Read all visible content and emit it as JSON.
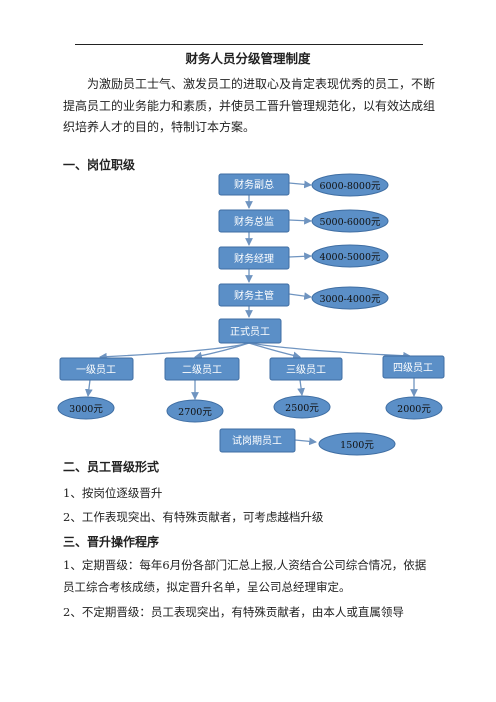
{
  "title": "财务人员分级管理制度",
  "intro": "为激励员工士气、激发员工的进取心及肯定表现优秀的员工，不断提高员工的业务能力和素质，并使员工晋升管理规范化，以有效达成组织培养人才的目的，特制订本方案。",
  "section1": "一、岗位职级",
  "chart": {
    "ranks": [
      {
        "label": "财务副总",
        "salary": "6000-8000元"
      },
      {
        "label": "财务总监",
        "salary": "5000-6000元"
      },
      {
        "label": "财务经理",
        "salary": "4000-5000元"
      },
      {
        "label": "财务主管",
        "salary": "3000-4000元"
      }
    ],
    "regular": "正式员工",
    "levels": [
      {
        "label": "一级员工",
        "salary": "3000元"
      },
      {
        "label": "二级员工",
        "salary": "2700元"
      },
      {
        "label": "三级员工",
        "salary": "2500元"
      },
      {
        "label": "四级员工",
        "salary": "2000元"
      }
    ],
    "probation": {
      "label": "试岗期员工",
      "salary": "1500元"
    }
  },
  "section2": "二、员工晋级形式",
  "s2_items": [
    "1、按岗位逐级晋升",
    "2、工作表现突出、有特殊贡献者，可考虑越档升级"
  ],
  "section3": "三、晋升操作程序",
  "s3_p1": "1、定期晋级：每年6月份各部门汇总上报,人资结合公司综合情况，依据员工综合考核成绩，拟定晋升名单，呈公司总经理审定。",
  "s3_p2": "2、不定期晋级：员工表现突出，有特殊贡献者，由本人或直属领导"
}
